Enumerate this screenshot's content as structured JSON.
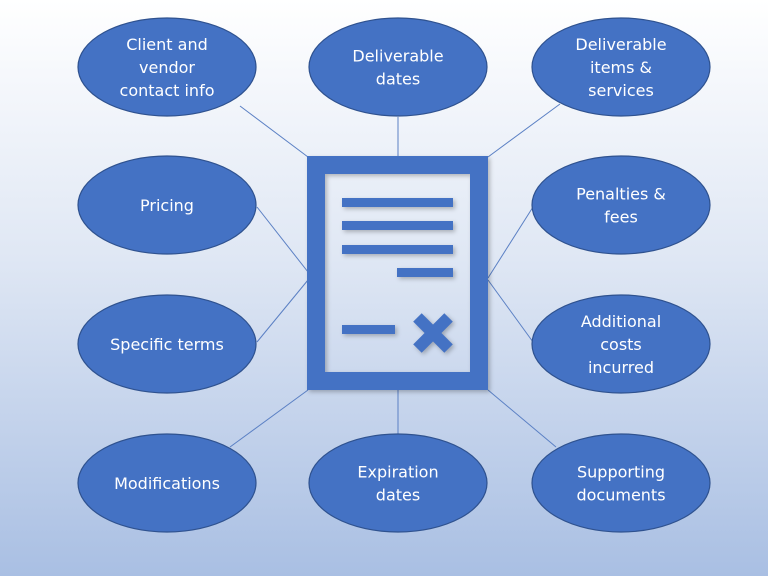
{
  "colors": {
    "node_fill": "#4472c4",
    "node_border": "#2f528f",
    "connector": "#5b80c4",
    "document_icon": "#4472c4"
  },
  "center_icon": "contract-document-icon",
  "nodes": [
    {
      "id": "client",
      "lines": [
        "Client and",
        "vendor",
        "contact info"
      ]
    },
    {
      "id": "deliverable-dates",
      "lines": [
        "Deliverable",
        "dates"
      ]
    },
    {
      "id": "deliverable-items",
      "lines": [
        "Deliverable",
        "items &",
        "services"
      ]
    },
    {
      "id": "pricing",
      "lines": [
        "Pricing"
      ]
    },
    {
      "id": "penalties",
      "lines": [
        "Penalties &",
        "fees"
      ]
    },
    {
      "id": "specific-terms",
      "lines": [
        "Specific terms"
      ]
    },
    {
      "id": "additional-costs",
      "lines": [
        "Additional",
        "costs",
        "incurred"
      ]
    },
    {
      "id": "modifications",
      "lines": [
        "Modifications"
      ]
    },
    {
      "id": "expiration-dates",
      "lines": [
        "Expiration",
        "dates"
      ]
    },
    {
      "id": "supporting-documents",
      "lines": [
        "Supporting",
        "documents"
      ]
    }
  ]
}
